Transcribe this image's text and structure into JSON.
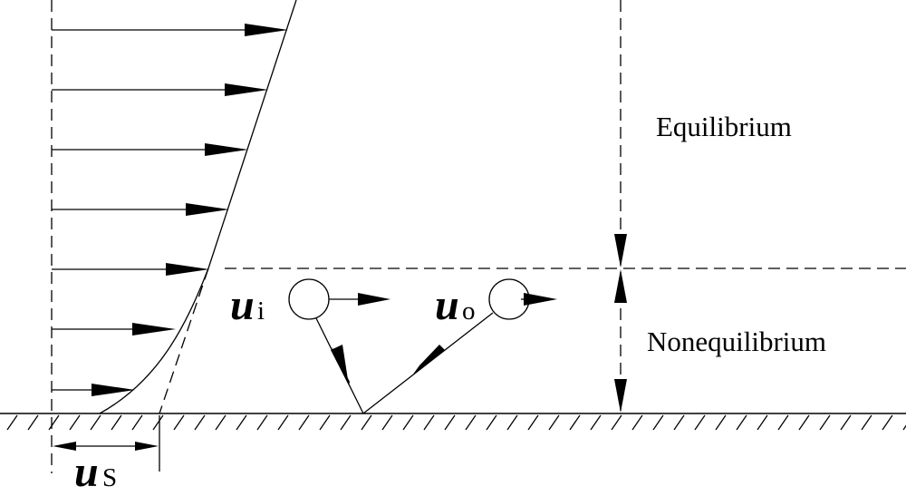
{
  "regions": {
    "upper": "Equilibrium",
    "lower": "Nonequilibrium"
  },
  "variables": {
    "incident": {
      "symbol": "u",
      "subscript": "i"
    },
    "outgoing": {
      "symbol": "u",
      "subscript": "o"
    },
    "slip": {
      "symbol": "u",
      "subscript": "S"
    }
  },
  "colors": {
    "ink": "#000000",
    "background": "#ffffff"
  },
  "icons": {
    "velocity_arrow": "arrow-right-icon",
    "particle": "circle-icon",
    "ground": "hatched-ground-icon"
  }
}
